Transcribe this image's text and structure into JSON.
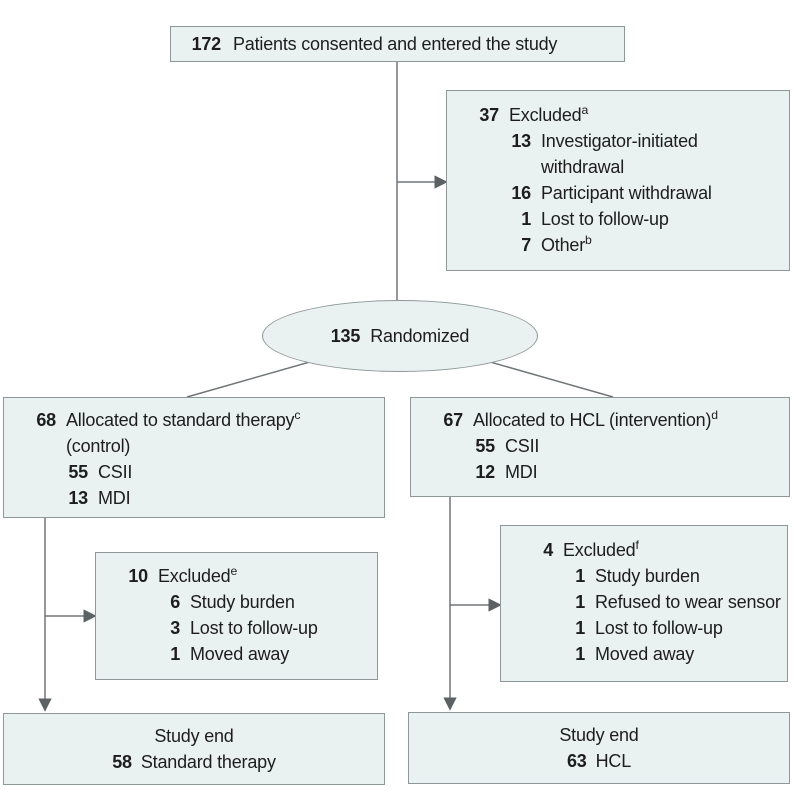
{
  "palette": {
    "box_fill": "#eaf2f1",
    "box_border": "#8f9898",
    "line": "#707678",
    "arrow": "#5c6163",
    "text": "#1d1d1d"
  },
  "boxes": {
    "consented": {
      "n": "172",
      "label": "Patients consented and entered the study"
    },
    "excluded_top": {
      "rows": [
        {
          "n": "37",
          "label": "Excluded",
          "sup": "a"
        },
        {
          "n": "13",
          "label": "Investigator-initiated",
          "line2": "withdrawal"
        },
        {
          "n": "16",
          "label": "Participant withdrawal"
        },
        {
          "n": "1",
          "label": "Lost to follow-up"
        },
        {
          "n": "7",
          "label": "Other",
          "sup": "b"
        }
      ]
    },
    "randomized": {
      "n": "135",
      "label": "Randomized"
    },
    "alloc_standard": {
      "rows": [
        {
          "n": "68",
          "label": "Allocated to standard therapy",
          "sup": "c",
          "line2": "(control)"
        },
        {
          "n": "55",
          "label": "CSII"
        },
        {
          "n": "13",
          "label": "MDI"
        }
      ]
    },
    "alloc_hcl": {
      "rows": [
        {
          "n": "67",
          "label": "Allocated to HCL (intervention)",
          "sup": "d"
        },
        {
          "n": "55",
          "label": "CSII"
        },
        {
          "n": "12",
          "label": "MDI"
        }
      ]
    },
    "excluded_standard": {
      "rows": [
        {
          "n": "10",
          "label": "Excluded",
          "sup": "e"
        },
        {
          "n": "6",
          "label": "Study burden"
        },
        {
          "n": "3",
          "label": "Lost to follow-up"
        },
        {
          "n": "1",
          "label": "Moved away"
        }
      ]
    },
    "excluded_hcl": {
      "rows": [
        {
          "n": "4",
          "label": "Excluded",
          "sup": "f"
        },
        {
          "n": "1",
          "label": "Study burden"
        },
        {
          "n": "1",
          "label": "Refused to wear sensor"
        },
        {
          "n": "1",
          "label": "Lost to follow-up"
        },
        {
          "n": "1",
          "label": "Moved away"
        }
      ]
    },
    "end_standard": {
      "title": "Study end",
      "n": "58",
      "label": "Standard therapy"
    },
    "end_hcl": {
      "title": "Study end",
      "n": "63",
      "label": "HCL"
    }
  }
}
